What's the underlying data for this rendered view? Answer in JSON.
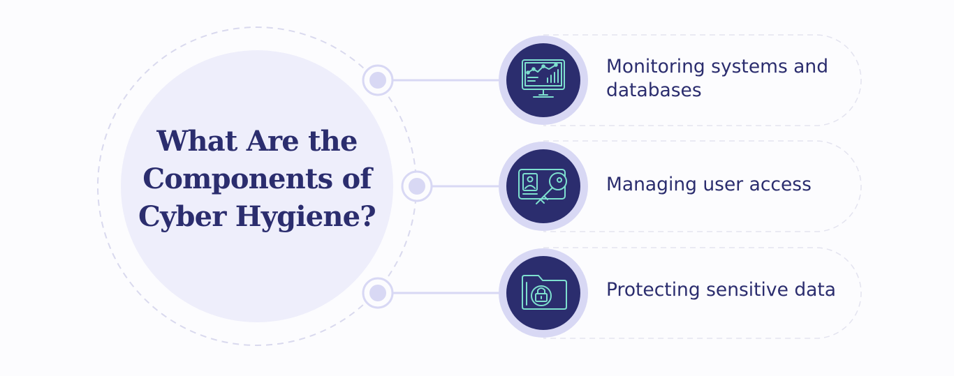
{
  "title_lines": [
    "What Are the",
    "Components of",
    "Cyber Hygiene?"
  ],
  "items": [
    {
      "label": "Monitoring systems and\ndatabases",
      "icon": "monitor-chart-icon"
    },
    {
      "label": "Managing user access",
      "icon": "id-card-key-icon"
    },
    {
      "label": "Protecting sensitive data",
      "icon": "locked-folder-icon"
    }
  ],
  "colors": {
    "navy": "#2b2d6e",
    "lavender": "#d8d8f4",
    "pale_lavender": "#eeeefb",
    "icon_line": "#7ee0cf",
    "dash": "#d9d9ee"
  }
}
